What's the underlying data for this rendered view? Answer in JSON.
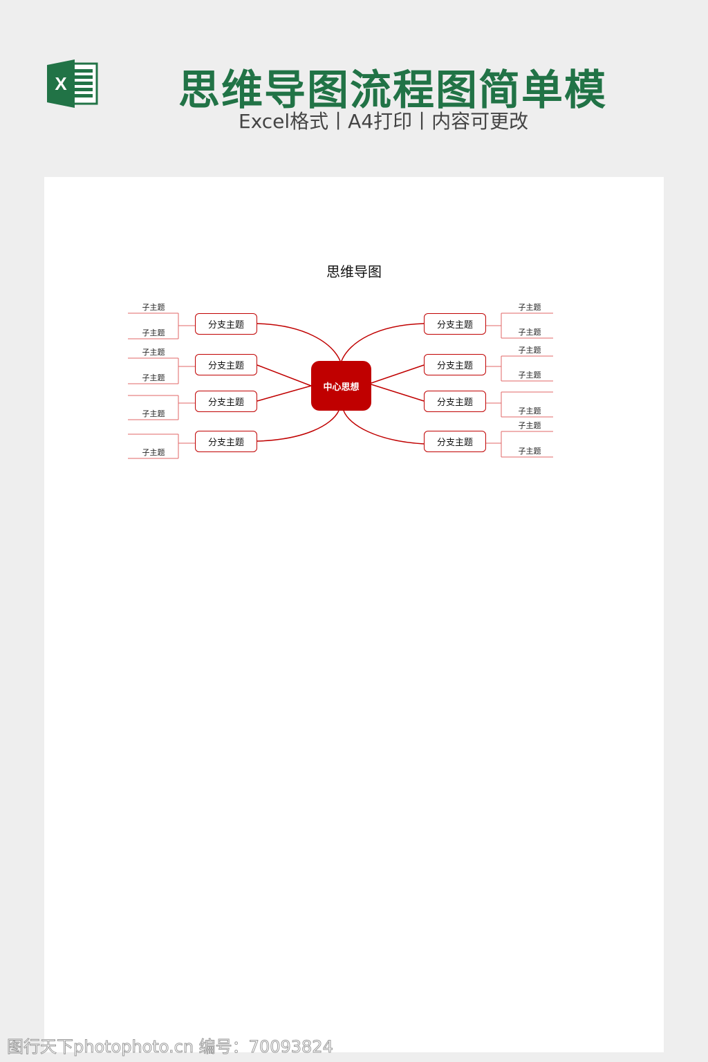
{
  "header": {
    "title": "思维导图流程图简单模",
    "subtitle": "Excel格式丨A4打印丨内容可更改"
  },
  "document": {
    "title": "思维导图",
    "center": "中心思想",
    "left_branches": [
      {
        "label": "分支主题",
        "subs": [
          "子主题",
          "子主题"
        ]
      },
      {
        "label": "分支主题",
        "subs": [
          "子主题",
          "子主题"
        ]
      },
      {
        "label": "分支主题",
        "subs": [
          "",
          "子主题"
        ]
      },
      {
        "label": "分支主题",
        "subs": [
          "",
          "子主题"
        ]
      }
    ],
    "right_branches": [
      {
        "label": "分支主题",
        "subs": [
          "子主题",
          "子主题"
        ]
      },
      {
        "label": "分支主题",
        "subs": [
          "子主题",
          "子主题"
        ]
      },
      {
        "label": "分支主题",
        "subs": [
          "",
          "子主题"
        ]
      },
      {
        "label": "分支主题",
        "subs": [
          "子主题",
          "子主题"
        ]
      }
    ]
  },
  "watermark": "图行天下photophoto.cn 编号：70093824",
  "colors": {
    "brand": "#217346",
    "accent": "#c00000"
  }
}
